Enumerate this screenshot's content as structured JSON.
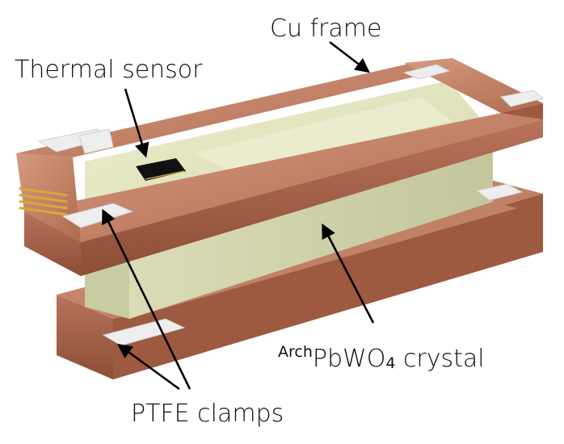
{
  "labels": {
    "cu_frame": "Cu frame",
    "thermal_sensor": "Thermal sensor",
    "crystal_prefix": "Arch",
    "crystal_main": "PbWO",
    "crystal_sub": "4",
    "crystal_suffix": " crystal",
    "ptfe_clamps": "PTFE clamps"
  },
  "colors": {
    "copper": "#b9765a",
    "copper_dark": "#8f5038",
    "copper_light": "#d8a186",
    "crystal": "#e6e8c6",
    "crystal_shade": "#cfd2a6",
    "ptfe": "#eeeeee",
    "sensor": "#111111"
  }
}
